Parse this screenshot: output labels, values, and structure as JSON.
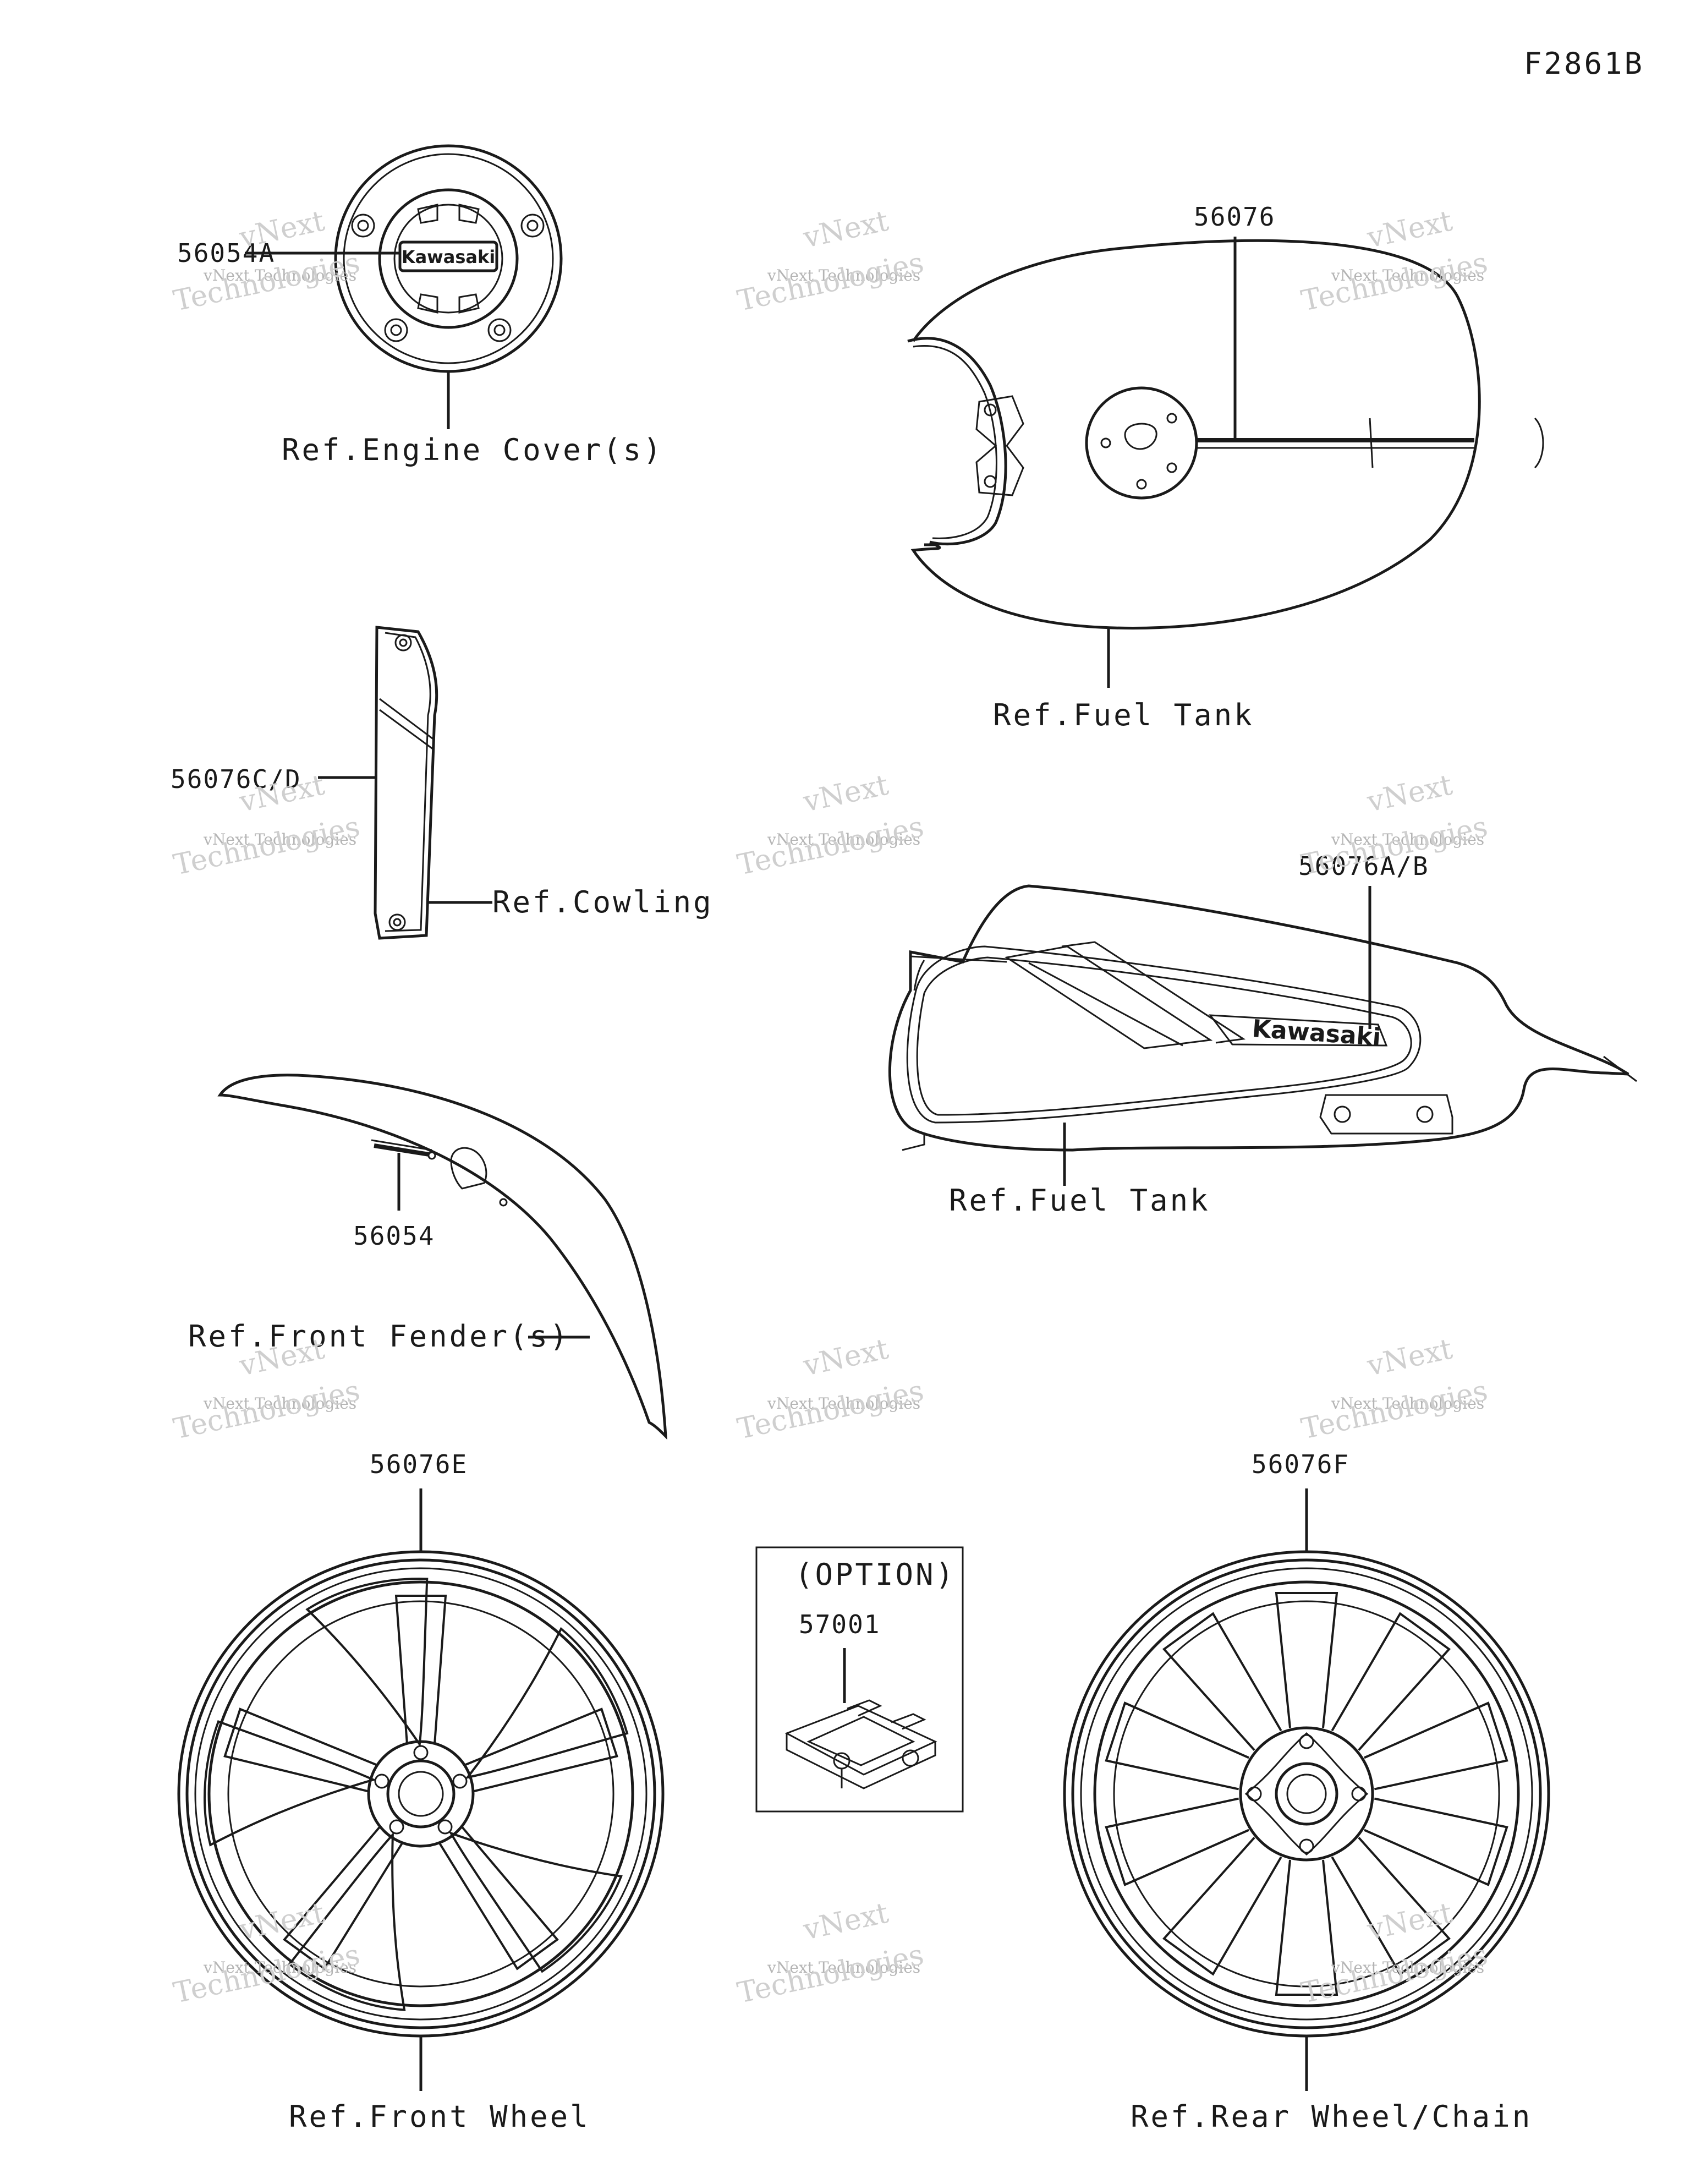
{
  "figure_code": "F2861B",
  "parts": [
    {
      "id": "engine-cover",
      "part_number": "56054A",
      "ref_label": "Ref.Engine Cover(s)"
    },
    {
      "id": "fuel-tank-top",
      "part_number": "56076",
      "ref_label": "Ref.Fuel Tank"
    },
    {
      "id": "cowling",
      "part_number": "56076C/D",
      "ref_label": "Ref.Cowling"
    },
    {
      "id": "fuel-tank-side",
      "part_number": "56076A/B",
      "ref_label": "Ref.Fuel Tank"
    },
    {
      "id": "front-fender",
      "part_number": "56054",
      "ref_label": "Ref.Front Fender(s)"
    },
    {
      "id": "front-wheel",
      "part_number": "56076E",
      "ref_label": "Ref.Front Wheel"
    },
    {
      "id": "rear-wheel",
      "part_number": "56076F",
      "ref_label": "Ref.Rear Wheel/Chain"
    },
    {
      "id": "option",
      "part_number": "57001",
      "option_label": "(OPTION)"
    }
  ],
  "brand_logo": "Kawasaki",
  "watermark": {
    "brand": "vNext",
    "line1": "vNext Technologies",
    "line2": "Technologies"
  }
}
